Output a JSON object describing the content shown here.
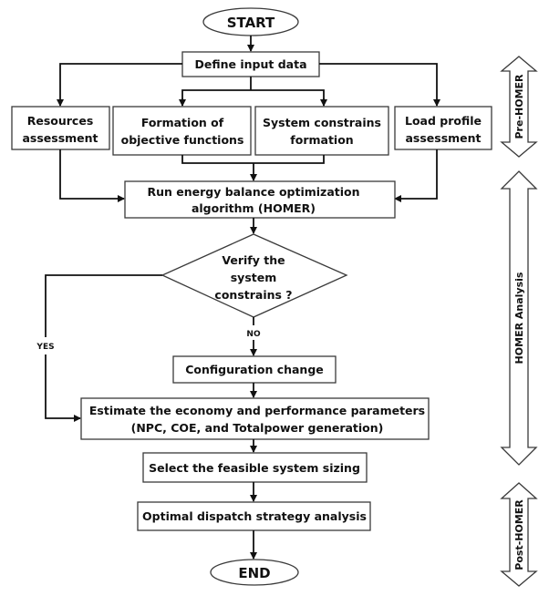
{
  "diagram": {
    "start": "START",
    "end": "END",
    "define_input": "Define input data",
    "resources": [
      "Resources",
      "assessment"
    ],
    "objective": [
      "Formation of",
      "objective functions"
    ],
    "constraints": [
      "System constrains",
      "formation"
    ],
    "load_profile": [
      "Load profile",
      "assessment"
    ],
    "run_homer": [
      "Run energy balance optimization",
      "algorithm (HOMER)"
    ],
    "decision": [
      "Verify the",
      "system",
      "constrains ?"
    ],
    "yes_label": "YES",
    "no_label": "NO",
    "config_change": "Configuration change",
    "estimate": [
      "Estimate the economy and performance parameters",
      "(NPC, COE, and Totalpower generation)"
    ],
    "select_sizing": "Select the feasible system sizing",
    "dispatch": "Optimal dispatch strategy analysis"
  },
  "phases": {
    "pre": "Pre-HOMER",
    "analysis": "HOMER Analysis",
    "post": "Post-HOMER"
  }
}
